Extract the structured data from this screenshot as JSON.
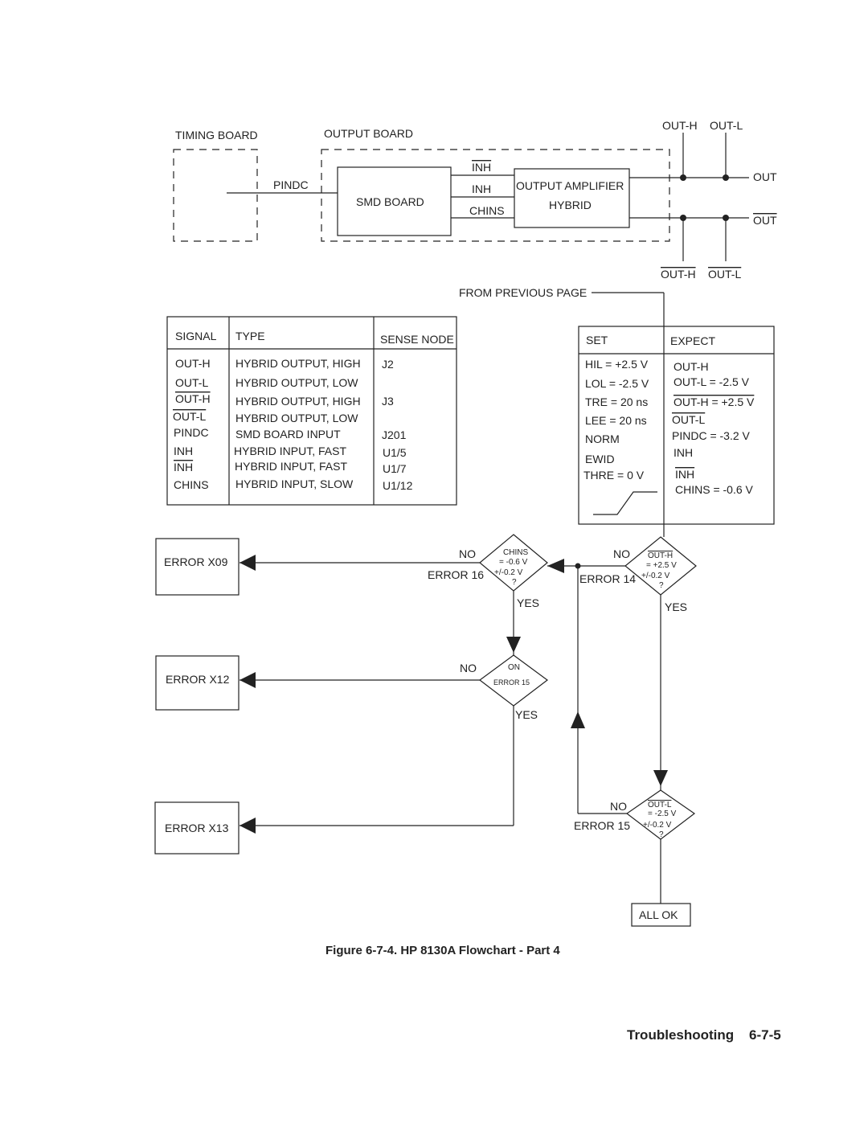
{
  "block": {
    "timing_board": "TIMING BOARD",
    "output_board": "OUTPUT BOARD",
    "pindc": "PINDC",
    "smd_board": "SMD BOARD",
    "inh_bar": "INH",
    "inh": "INH",
    "chins": "CHINS",
    "amp_line1": "OUTPUT AMPLIFIER",
    "amp_line2": "HYBRID",
    "out_h_top": "OUT-H",
    "out_l_top": "OUT-L",
    "out": "OUT",
    "out_bar": "OUT",
    "out_h_bottom": "OUT-H",
    "out_l_bottom": "OUT-L"
  },
  "signal_table": {
    "headers": [
      "SIGNAL",
      "TYPE",
      "SENSE NODE"
    ],
    "rows": [
      {
        "signal": "OUT-H",
        "type": "HYBRID OUTPUT, HIGH",
        "node": "J2"
      },
      {
        "signal": "OUT-L",
        "type": "HYBRID OUTPUT, LOW",
        "node": ""
      },
      {
        "signal": "OUT-H",
        "type": "HYBRID OUTPUT, HIGH",
        "node": "J3"
      },
      {
        "signal": "OUT-L",
        "type": "HYBRID OUTPUT, LOW",
        "node": ""
      },
      {
        "signal": "PINDC",
        "type": "SMD BOARD INPUT",
        "node": "J201"
      },
      {
        "signal": "INH",
        "type": "HYBRID INPUT, FAST",
        "node": "U1/5"
      },
      {
        "signal": "INH",
        "type": "HYBRID INPUT, FAST",
        "node": "U1/7"
      },
      {
        "signal": "CHINS",
        "type": "HYBRID INPUT, SLOW",
        "node": "U1/12"
      }
    ]
  },
  "from_previous": "FROM PREVIOUS PAGE",
  "set_expect": {
    "set_header": "SET",
    "expect_header": "EXPECT",
    "set": [
      "HIL = +2.5 V",
      "LOL = -2.5 V",
      "TRE = 20 ns",
      "LEE = 20 ns",
      "NORM",
      "EWID",
      "THRE = 0 V"
    ],
    "expect": [
      "OUT-H",
      "OUT-L = -2.5 V",
      "OUT-H = +2.5 V",
      "OUT-L",
      "PINDC = -3.2 V",
      "INH",
      "INH",
      "CHINS = -0.6 V"
    ]
  },
  "decisions": {
    "chins": {
      "line1": "CHINS",
      "line2": "= -0.6 V",
      "line3": "+/-0.2 V",
      "line4": "?",
      "no": "NO",
      "yes": "YES",
      "error": "ERROR 16"
    },
    "outh": {
      "line1": "OUT-H",
      "line2": "= +2.5 V",
      "line3": "+/-0.2 V",
      "line4": "?",
      "no": "NO",
      "yes": "YES",
      "error": "ERROR 14"
    },
    "on15": {
      "line1": "ON",
      "line2": "ERROR 15",
      "no": "NO",
      "yes": "YES"
    },
    "outl": {
      "line1": "OUT-L",
      "line2": "= -2.5 V",
      "line3": "+/-0.2 V",
      "line4": "?",
      "no": "NO",
      "error": "ERROR 15"
    }
  },
  "error_boxes": {
    "x09": "ERROR X09",
    "x12": "ERROR X12",
    "x13": "ERROR X13"
  },
  "all_ok": "ALL OK",
  "caption": "Figure 6-7-4. HP 8130A Flowchart - Part 4",
  "footer": "Troubleshooting    6-7-5"
}
